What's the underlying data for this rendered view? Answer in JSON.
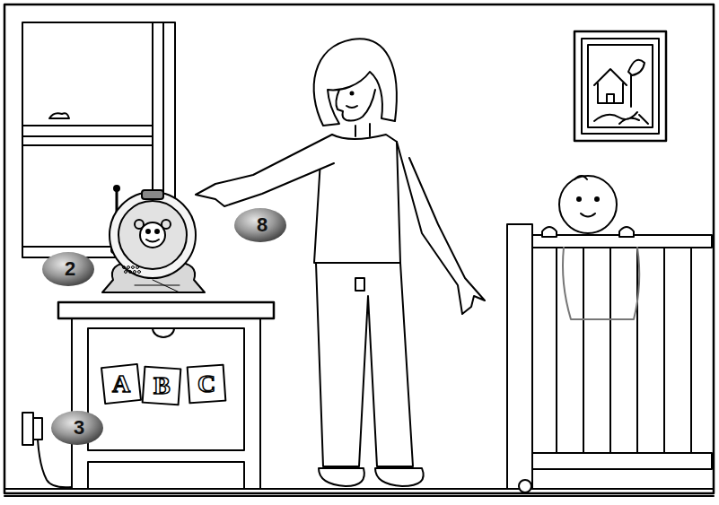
{
  "diagram": {
    "labels": [
      "8",
      "2",
      "3",
      "A",
      "B",
      "C"
    ]
  }
}
